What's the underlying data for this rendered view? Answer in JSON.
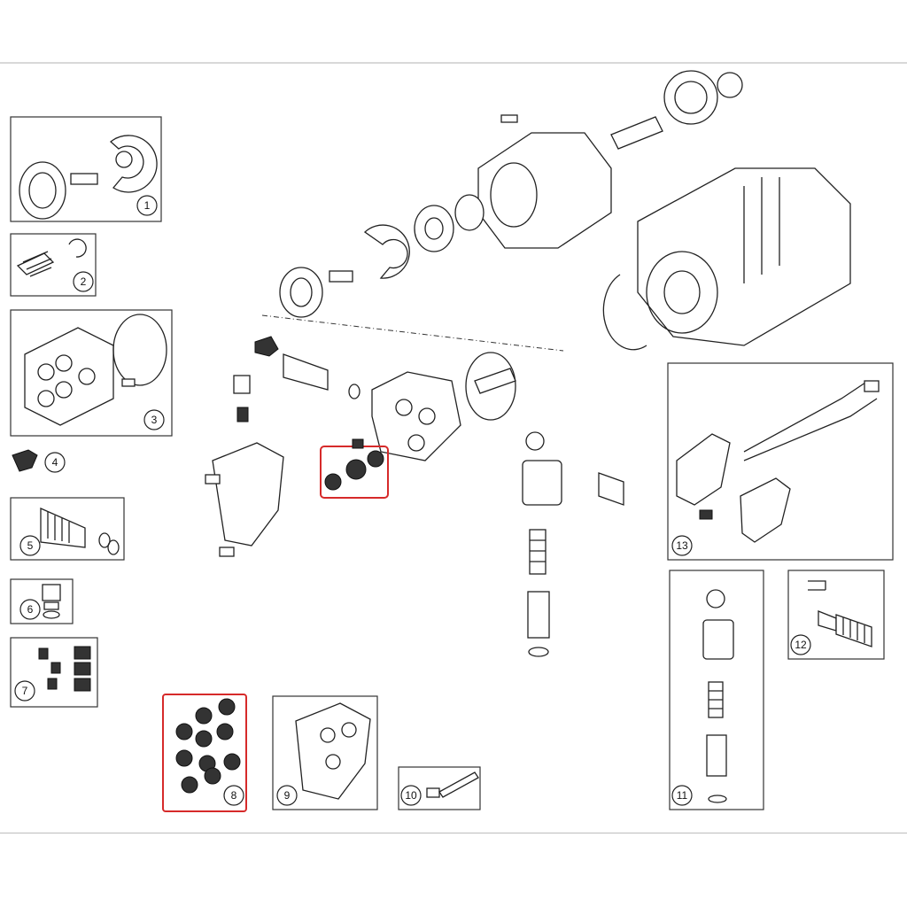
{
  "callouts": {
    "c1": "1",
    "c2": "2",
    "c3": "3",
    "c4": "4",
    "c5": "5",
    "c6": "6",
    "c7": "7",
    "c8": "8",
    "c9": "9",
    "c10": "10",
    "c11": "11",
    "c12": "12",
    "c13": "13"
  },
  "colors": {
    "highlight": "#d62a2a",
    "line": "#222222"
  }
}
